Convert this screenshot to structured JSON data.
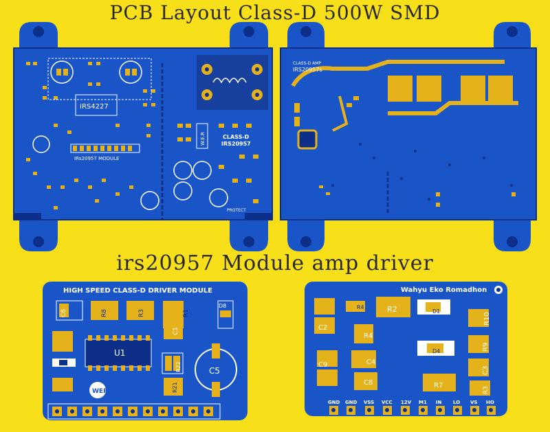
{
  "titles": {
    "top": "PCB Layout Class-D 500W SMD",
    "bottom": "irs20957 Module amp driver"
  },
  "colors": {
    "background": "#f7e01a",
    "board_blue": "#1a55c8",
    "board_dark": "#0d2f8a",
    "pad_gold": "#e5b21c",
    "silk": "#ffffff"
  },
  "board_top_left": {
    "chip_label": "IRS4227",
    "module_label": "IRs20957 MODULE",
    "logo": "W.E.R",
    "mark": "CLASS-D",
    "mark2": "IRS20957",
    "protect": "PROTECT"
  },
  "board_top_right": {
    "mark": "CLASS-D AMP",
    "mark2": "IRS20957s"
  },
  "board_bottom_left": {
    "header": "HIGH SPEED CLASS-D DRIVER MODULE",
    "refs": [
      "C6",
      "R8",
      "R3",
      "R1",
      "C1",
      "D8",
      "U1",
      "R22",
      "C5",
      "R21"
    ],
    "logo": "WER"
  },
  "board_bottom_right": {
    "header": "Wahyu Eko Romadhon",
    "refs": [
      "C2",
      "R4",
      "R2",
      "D1",
      "R10",
      "R9",
      "C3",
      "R4",
      "C4",
      "C9",
      "C8",
      "D4",
      "R7",
      "R3"
    ],
    "pins": [
      "GND",
      "GND",
      "VSS",
      "VCC",
      "12V",
      "M1",
      "IN",
      "LO",
      "VS",
      "HO"
    ]
  }
}
